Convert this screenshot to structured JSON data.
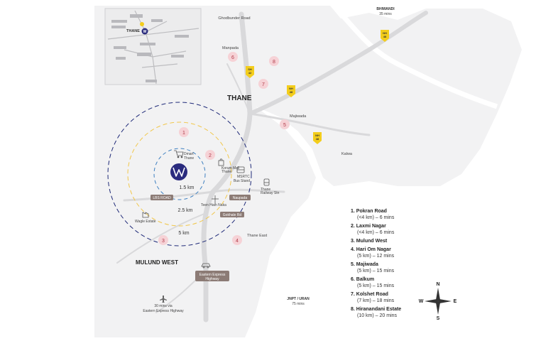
{
  "area": "THANE",
  "area2": "MULUND WEST",
  "roads": {
    "ghodbunder": "Ghodbunder Road",
    "lbs": "LBS ROAD",
    "naupada": "Naupada",
    "gokhale": "Gokhale Rd",
    "eeh": [
      "Eastern Express",
      "Highway"
    ]
  },
  "places": {
    "manpada": "Manpada",
    "majiwada": "Majiwada",
    "kalwa": "Kalwa",
    "thane_east": "Thane East",
    "wagle": "Wagle Estate",
    "teen_hath": "Teen Hath Naka",
    "dmart": [
      "Dmart",
      "Thane"
    ],
    "korum": [
      "Korum Mall",
      "Thane"
    ],
    "msrtc": [
      "MSRTC",
      "Bus Stand"
    ],
    "station": [
      "Thane",
      "Railway Stn"
    ],
    "bhiwandi": [
      "BHIWANDI",
      "35 mins"
    ],
    "jnpt": [
      "JNPT / URAN",
      "75 mins"
    ],
    "airport": [
      "30 mins via",
      "Eastern Express Highway"
    ]
  },
  "radii": [
    "1.5 km",
    "2.5 km",
    "5 km"
  ],
  "markers": [
    "1",
    "2",
    "3",
    "4",
    "5",
    "6",
    "7",
    "8"
  ],
  "shields": [
    [
      "SH",
      "42"
    ],
    [
      "NH",
      "48"
    ],
    [
      "NH",
      "48"
    ],
    [
      "NH",
      "48"
    ]
  ],
  "compass": {
    "n": "N",
    "e": "E",
    "s": "S",
    "w": "W"
  },
  "inset": {
    "label": "THANE",
    "logo_letter": "W"
  },
  "legend": [
    {
      "title": "1. Pokran Road",
      "sub": "(<4 km) – 6 mins"
    },
    {
      "title": "2. Laxmi Nagar",
      "sub": "(<4 km) – 6 mins"
    },
    {
      "title": "3. Mulund West",
      "sub": ""
    },
    {
      "title": "4. Hari Om Nagar",
      "sub": "(5 km) – 12 mins"
    },
    {
      "title": "5. Majiwada",
      "sub": "(5 km) – 15 mins"
    },
    {
      "title": "6. Balkum",
      "sub": "(5 km) – 15 mins"
    },
    {
      "title": "7. Kolshet Road",
      "sub": "(7 km) – 18 mins"
    },
    {
      "title": "8. Hiranandani Estate",
      "sub": "(10 km) – 20 mins"
    }
  ],
  "colors": {
    "land": "#f2f2f3",
    "water": "#ffffff",
    "road": "#d9d9db",
    "marker": "#f6d2d6",
    "marker_text": "#b03a48",
    "road_label": "#8c7b75",
    "shield": "#f3cd1c",
    "ring_outer": "#1f2a78",
    "ring_mid": "#f1c74a",
    "ring_inner": "#3d7fc0",
    "logo": "#2a2b7e"
  }
}
